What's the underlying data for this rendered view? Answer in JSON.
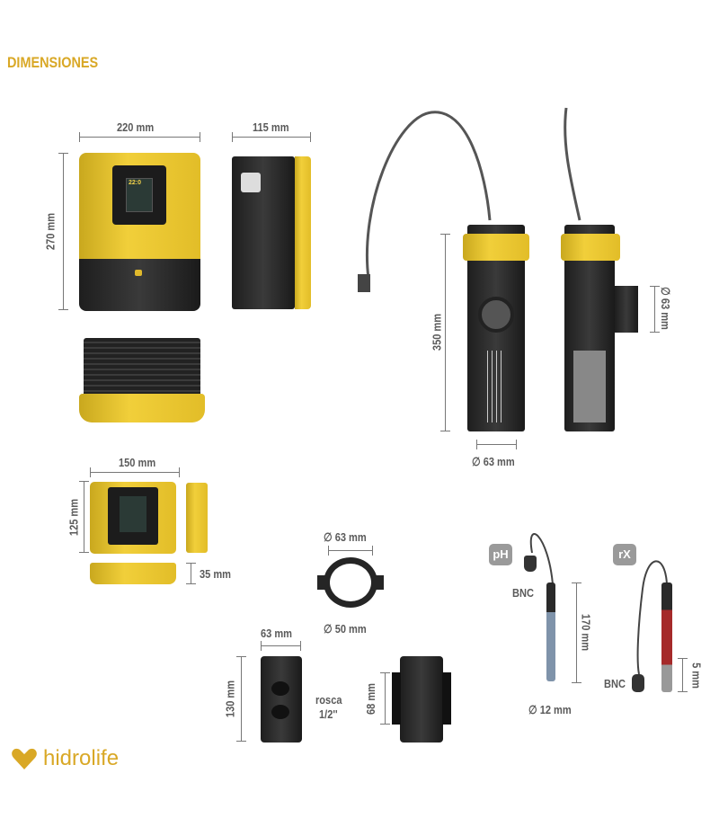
{
  "title": "DIMENSIONES",
  "controller": {
    "width": "220 mm",
    "depth": "115 mm",
    "height": "270 mm",
    "screen_time": "22:0"
  },
  "small_controller": {
    "width": "150 mm",
    "height": "125 mm",
    "depth": "35 mm"
  },
  "cell": {
    "length": "350 mm",
    "diameter_front": "∅ 63 mm",
    "diameter_side": "∅ 63 mm"
  },
  "ring": {
    "outer": "∅ 63 mm",
    "inner": "∅ 50 mm"
  },
  "fitting": {
    "width": "63 mm",
    "height": "130 mm",
    "thread_line1": "rosca",
    "thread_line2": "1/2''",
    "other_height": "68 mm"
  },
  "ph_probe": {
    "badge": "pH",
    "connector": "BNC",
    "length": "170 mm",
    "diameter": "∅ 12 mm"
  },
  "rx_probe": {
    "badge": "rX",
    "connector": "BNC",
    "tip": "5 mm"
  },
  "brand": {
    "logo_text": "hidrolife",
    "color": "#d9a826"
  }
}
